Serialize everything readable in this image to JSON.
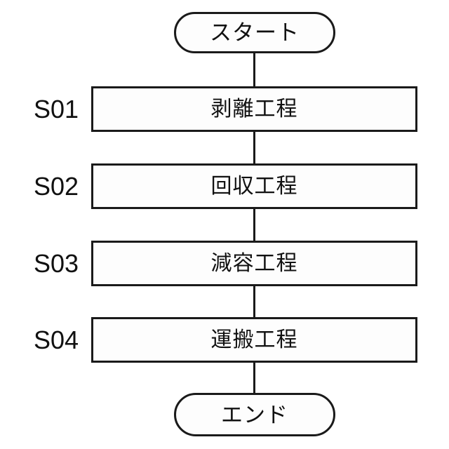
{
  "diagram": {
    "type": "flowchart",
    "orientation": "vertical",
    "language": "ja",
    "start_node": {
      "label": "スタート",
      "shape": "stadium"
    },
    "end_node": {
      "label": "エンド",
      "shape": "stadium"
    },
    "steps": [
      {
        "id": "S01",
        "label": "剥離工程",
        "shape": "rectangle"
      },
      {
        "id": "S02",
        "label": "回収工程",
        "shape": "rectangle"
      },
      {
        "id": "S03",
        "label": "減容工程",
        "shape": "rectangle"
      },
      {
        "id": "S04",
        "label": "運搬工程",
        "shape": "rectangle"
      }
    ],
    "colors": {
      "stroke": "#1a1a1a",
      "text": "#111111",
      "node_fill": "#fdfdfd",
      "background": "#ffffff"
    }
  }
}
